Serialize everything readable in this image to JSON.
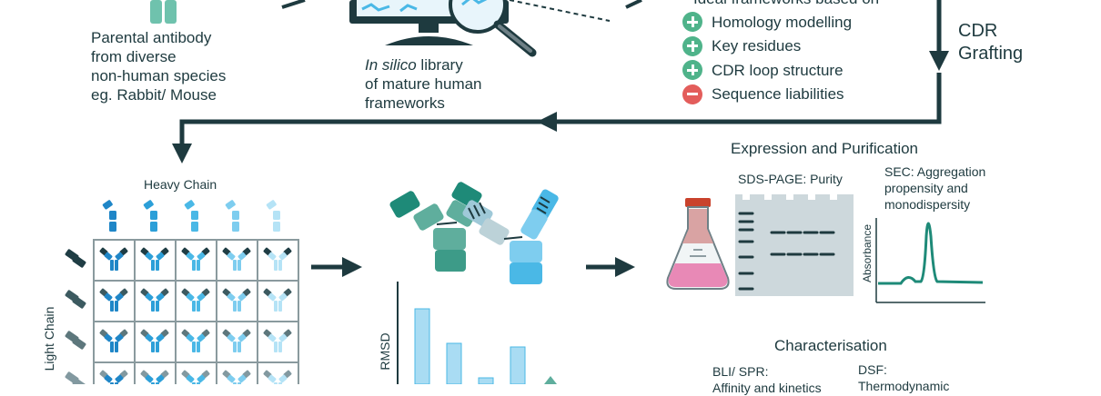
{
  "parental": {
    "lines": [
      "Parental antibody",
      "from diverse",
      "non-human species",
      "eg.   Rabbit/ Mouse"
    ]
  },
  "library": {
    "line1_italic": "In silico",
    "line1_rest": " library",
    "line2": "of mature human",
    "line3": "frameworks"
  },
  "selection": {
    "header_partial": "Ideal frameworks based on",
    "criteria": [
      {
        "label": "Homology modelling",
        "type": "plus"
      },
      {
        "label": "Key residues",
        "type": "plus"
      },
      {
        "label": "CDR loop structure",
        "type": "plus"
      },
      {
        "label": "Sequence liabilities",
        "type": "minus"
      }
    ]
  },
  "cdr": {
    "line1": "CDR",
    "line2": "Grafting"
  },
  "matrix": {
    "heavy_label": "Heavy Chain",
    "light_label": "Light Chain",
    "heavy_colors": [
      "#1f86c7",
      "#2c9fd8",
      "#4ab8e6",
      "#7ecdef",
      "#b5e3f6"
    ],
    "light_colors": [
      "#1f3d44",
      "#3c5a60",
      "#5d777c",
      "#8299a0"
    ]
  },
  "rmsd": {
    "axis_label": "RMSD"
  },
  "expression": {
    "title": "Expression and Purification",
    "sds_label": "SDS-PAGE: Purity",
    "sec_lines": [
      "SEC: Aggregation",
      "propensity and",
      "monodispersity"
    ],
    "absorbance_label": "Absorbance"
  },
  "characterisation": {
    "title": "Characterisation",
    "bli_line1": "BLI/ SPR:",
    "bli_line2": "Affinity and kinetics",
    "dsf_line1": "DSF:",
    "dsf_line2": "Thermodynamic"
  },
  "colors": {
    "dark": "#1e3a3f",
    "teal": "#1e8a78",
    "light_blue": "#a9dcf3",
    "pink": "#e889b6"
  }
}
